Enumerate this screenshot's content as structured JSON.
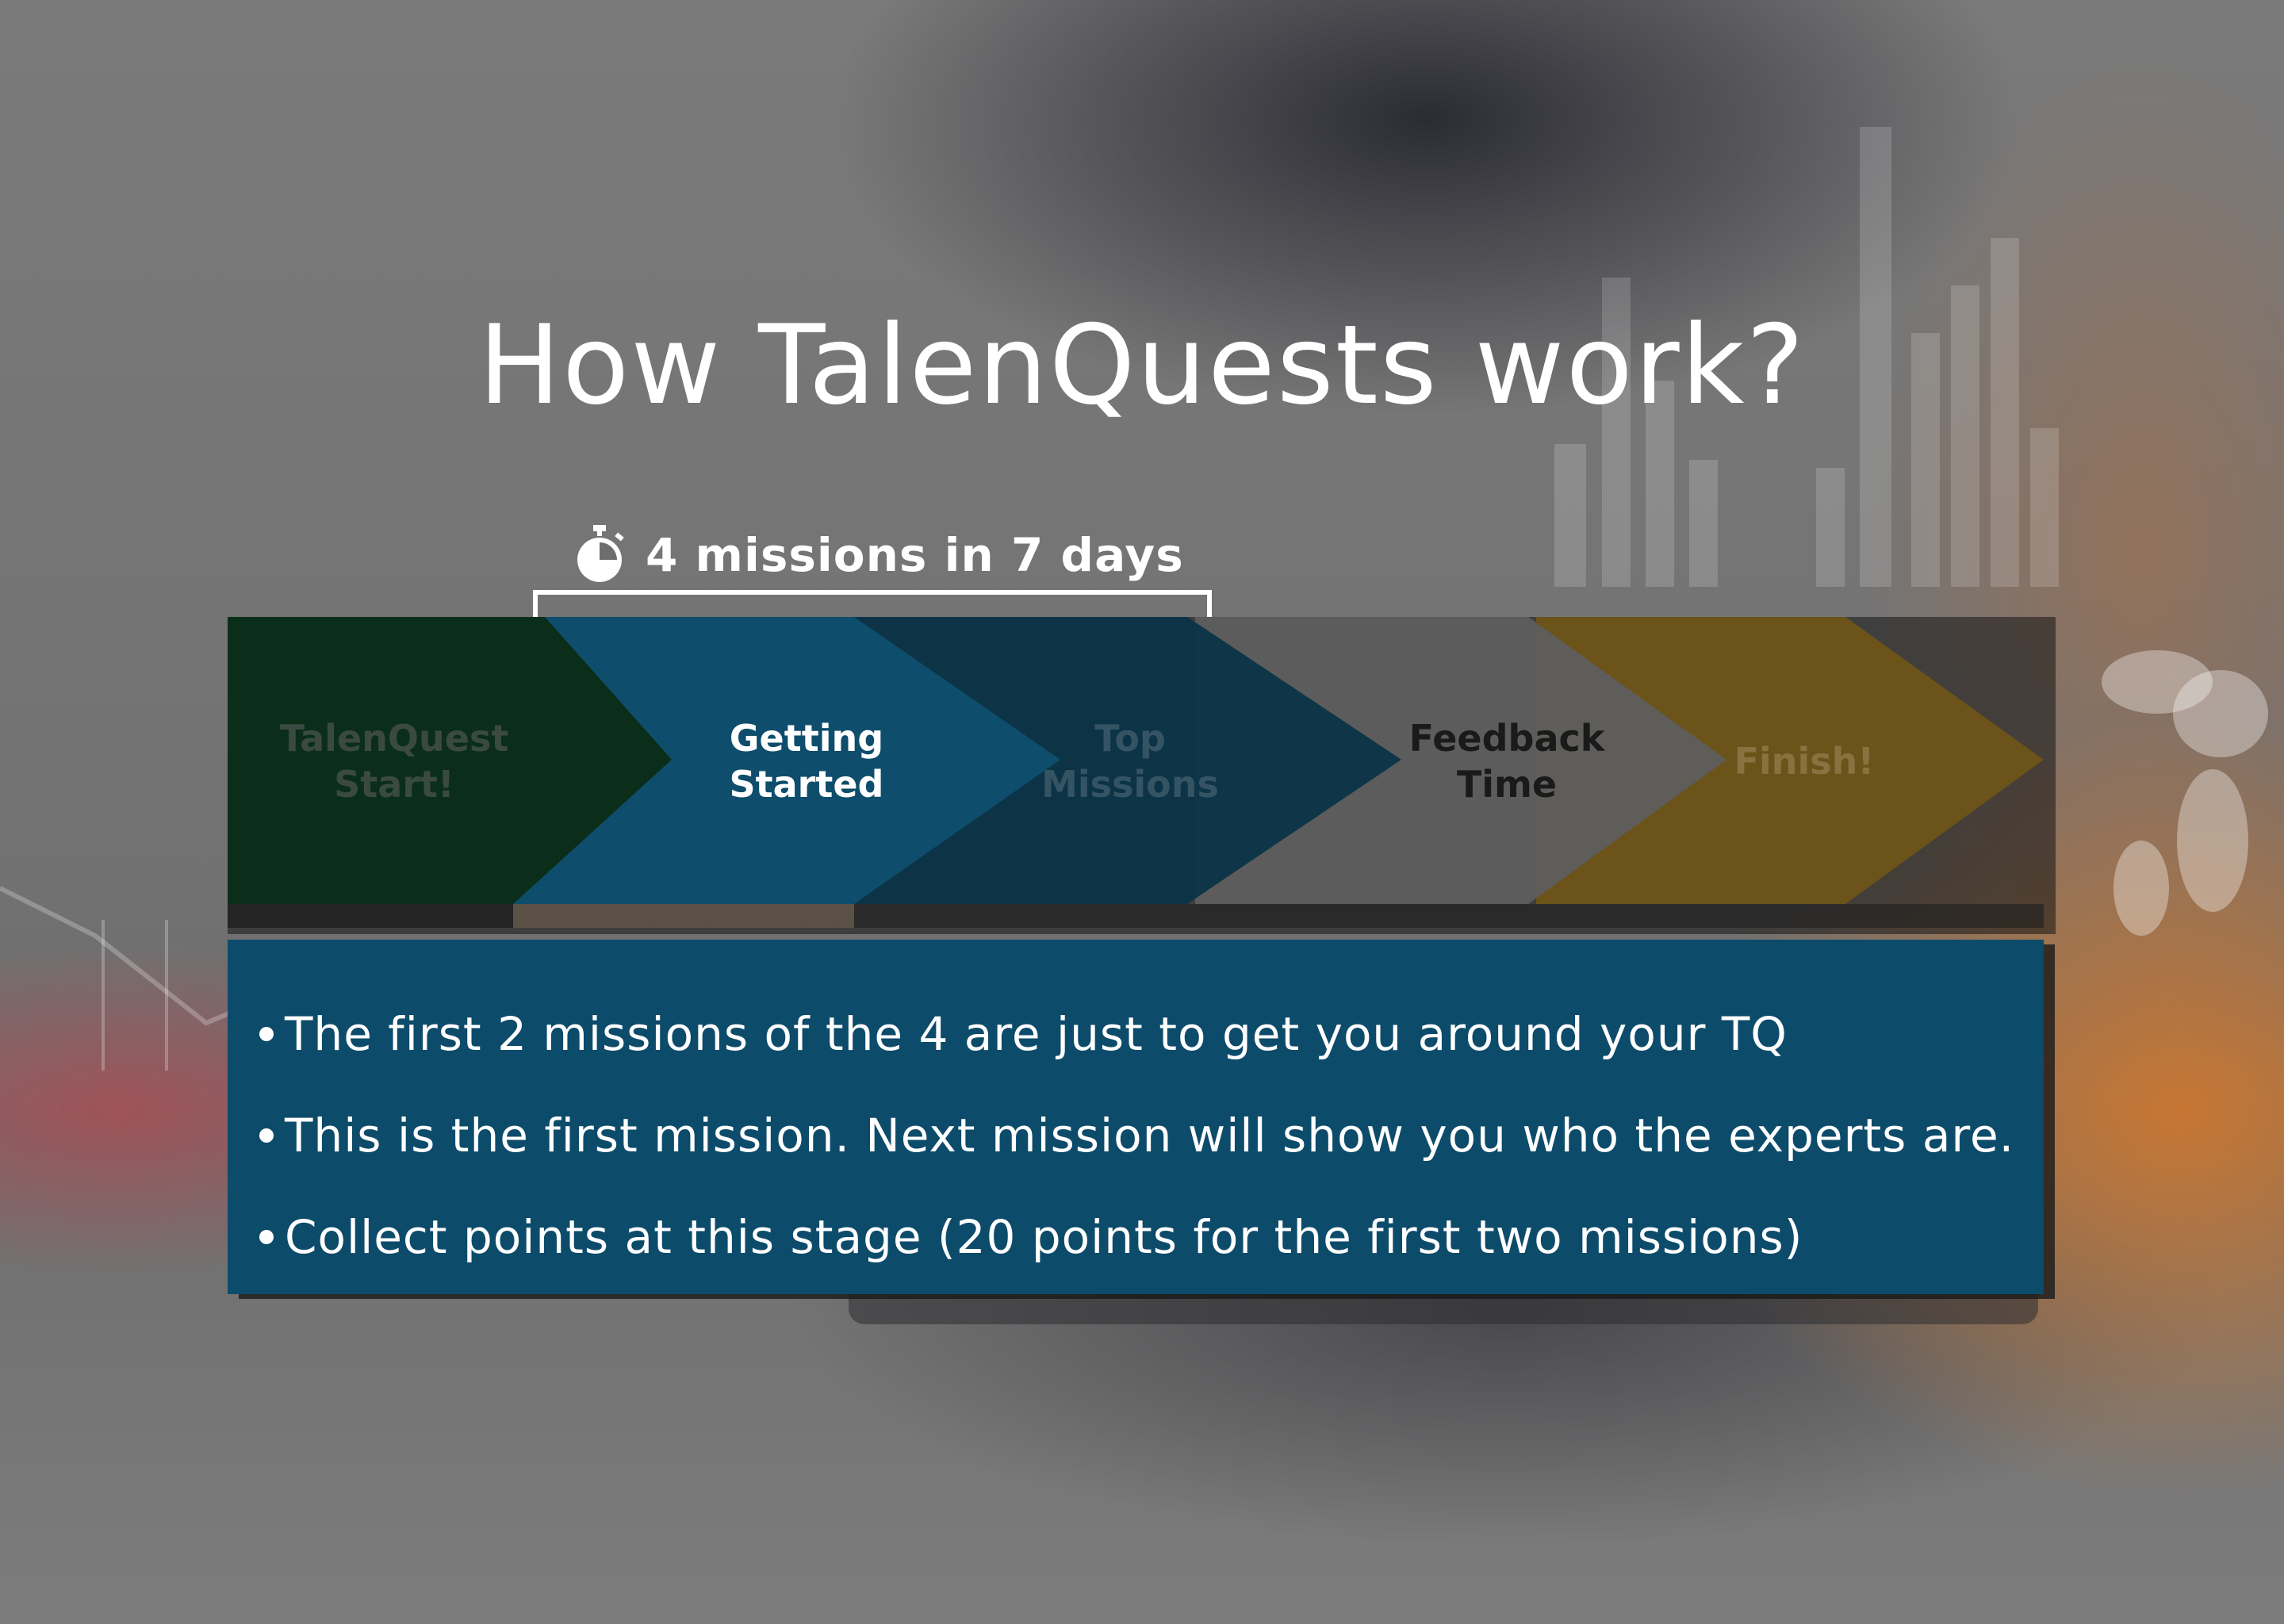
{
  "title": "How TalenQuests work?",
  "duration": {
    "icon": "stopwatch-icon",
    "label": "4 missions in 7 days"
  },
  "steps": [
    {
      "label": "TalenQuest\nStart!",
      "color": "#0b2e1a",
      "text_color": "#3b4a40",
      "active": false
    },
    {
      "label": "Getting\nStarted",
      "color": "#0e4d6c",
      "text_color": "#ffffff",
      "active": true
    },
    {
      "label": "Top\nMissions",
      "color": "#0a3447",
      "text_color": "#355463",
      "active": false
    },
    {
      "label": "Feedback\nTime",
      "color": "#5e5e5e",
      "text_color": "#1a1a1a",
      "active": false
    },
    {
      "label": "Finish!",
      "color": "#6e5418",
      "text_color": "#8a7240",
      "active": false
    }
  ],
  "info": {
    "bullets": [
      "The first 2 missions of the 4 are just to get you around your TQ",
      "This is the first mission. Next mission will show you who the experts are.",
      "Collect points at this stage (20 points for the first two missions)"
    ],
    "background": "#0d4b6b"
  }
}
